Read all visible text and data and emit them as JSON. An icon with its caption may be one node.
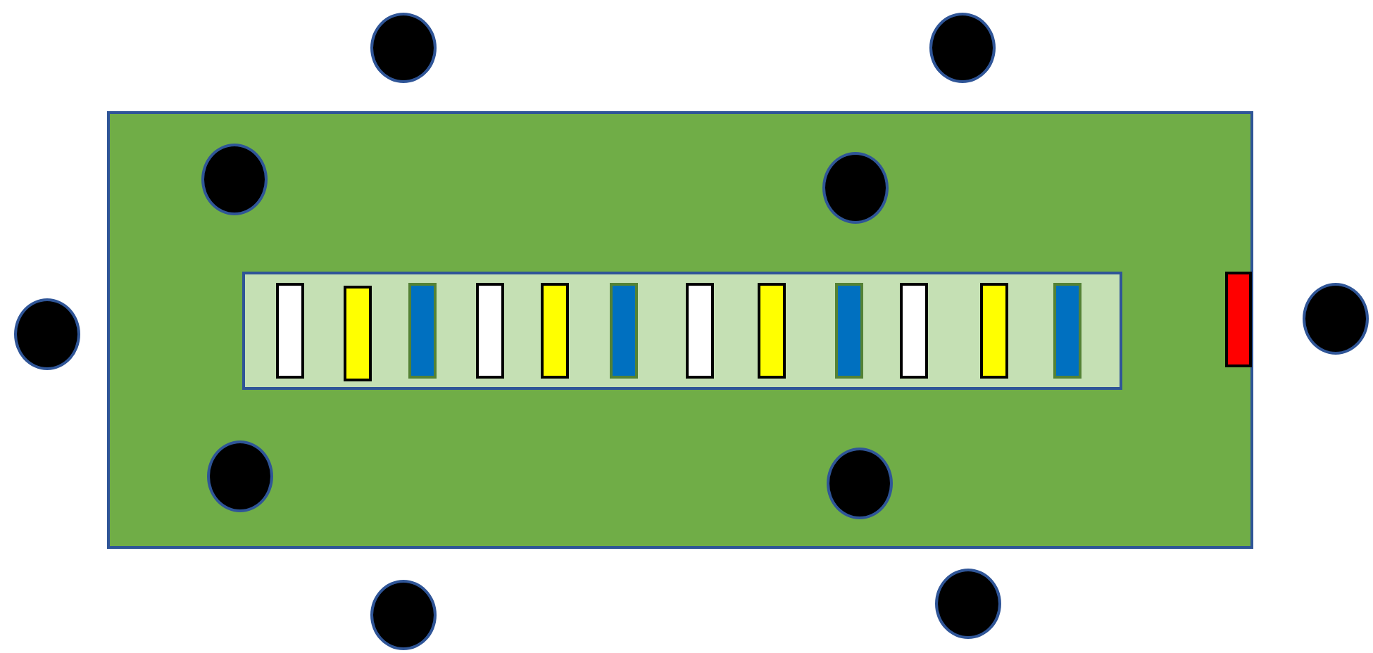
{
  "diagram": {
    "nodes": [
      {
        "text": [],
        "shape": "box"
      },
      {
        "text": [],
        "shape": "circle"
      },
      {
        "text": [],
        "shape": "circle"
      },
      {
        "text": [],
        "shape": "circle",
        "in": 0
      },
      {
        "text": [],
        "shape": "circle",
        "in": 0
      },
      {
        "text": [],
        "shape": "bar",
        "in": 0
      },
      {
        "text": [],
        "shape": "bar",
        "in": 5
      },
      {
        "text": [],
        "shape": "bar",
        "in": 5
      },
      {
        "text": [],
        "shape": "bar",
        "in": 5
      },
      {
        "text": [],
        "shape": "bar",
        "in": 5
      },
      {
        "text": [],
        "shape": "bar",
        "in": 5
      },
      {
        "text": [],
        "shape": "bar",
        "in": 5
      },
      {
        "text": [],
        "shape": "bar",
        "in": 5
      },
      {
        "text": [],
        "shape": "bar",
        "in": 5
      },
      {
        "text": [],
        "shape": "bar",
        "in": 5
      },
      {
        "text": [],
        "shape": "bar",
        "in": 5
      },
      {
        "text": [],
        "shape": "bar",
        "in": 5
      },
      {
        "text": [],
        "shape": "bar",
        "in": 5
      },
      {
        "text": [],
        "shape": "bar",
        "in": 0
      },
      {
        "text": [],
        "shape": "circle"
      },
      {
        "text": [],
        "shape": "circle"
      },
      {
        "text": [],
        "shape": "circle",
        "in": 0
      },
      {
        "text": [],
        "shape": "circle",
        "in": 0
      },
      {
        "text": [],
        "shape": "circle"
      },
      {
        "text": [],
        "shape": "circle"
      }
    ]
  }
}
